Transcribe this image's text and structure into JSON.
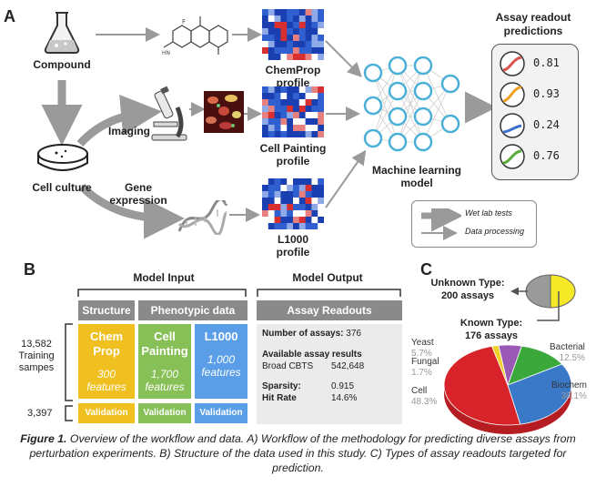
{
  "panelA": {
    "label": "A",
    "compound": "Compound",
    "cell_culture": "Cell culture",
    "imaging": "Imaging",
    "gene_expression_1": "Gene",
    "gene_expression_2": "expression",
    "chemprop_profile": "ChemProp profile",
    "cellpainting_profile_1": "Cell Painting",
    "cellpainting_profile_2": "profile",
    "l1000_profile_1": "L1000",
    "l1000_profile_2": "profile",
    "ml_model_1": "Machine learning",
    "ml_model_2": "model",
    "assay_title_1": "Assay readout",
    "assay_title_2": "predictions",
    "predictions": [
      {
        "value": "0.81",
        "color": "#d9534f"
      },
      {
        "value": "0.93",
        "color": "#f0a020"
      },
      {
        "value": "0.24",
        "color": "#3a6fd0"
      },
      {
        "value": "0.76",
        "color": "#5aaa3a"
      }
    ],
    "legend_wet": "Wet lab tests",
    "legend_data": "Data processing"
  },
  "panelB": {
    "label": "B",
    "model_input": "Model Input",
    "model_output": "Model Output",
    "structure": "Structure",
    "phenotypic": "Phenotypic data",
    "assay_readouts": "Assay Readouts",
    "training_1": "13,582",
    "training_2": "Training",
    "training_3": "sampes",
    "validation_count": "3,397",
    "cols": [
      {
        "name_1": "Chem",
        "name_2": "Prop",
        "count": "300",
        "unit": "features",
        "color": "#f0c020",
        "val_color": "#f0c020"
      },
      {
        "name_1": "Cell",
        "name_2": "Painting",
        "count": "1,700",
        "unit": "features",
        "color": "#88c058",
        "val_color": "#88c058"
      },
      {
        "name_1": "L1000",
        "name_2": "",
        "count": "1,000",
        "unit": "features",
        "color": "#5b9ee8",
        "val_color": "#5b9ee8"
      }
    ],
    "validation_label": "Validation",
    "output": {
      "n_assays_label": "Number of assays:",
      "n_assays": "376",
      "available_label": "Available assay results",
      "broad_label": "Broad CBTS",
      "broad_value": "542,648",
      "sparsity_label": "Sparsity:",
      "sparsity_value": "0.915",
      "hit_rate_label": "Hit Rate",
      "hit_rate_value": "14.6%"
    }
  },
  "panelC": {
    "label": "C",
    "unknown_1": "Unknown Type:",
    "unknown_2": "200 assays",
    "known_1": "Known Type:",
    "known_2": "176 assays",
    "slices": [
      {
        "name": "Cell",
        "pct": "48.3%",
        "value": 48.3,
        "color": "#d8232a"
      },
      {
        "name": "Biochem",
        "pct": "30.1%",
        "value": 30.1,
        "color": "#3a78c8"
      },
      {
        "name": "Bacterial",
        "pct": "12.5%",
        "value": 12.5,
        "color": "#3aa83a"
      },
      {
        "name": "Yeast",
        "pct": "5.7%",
        "value": 5.7,
        "color": "#9b59b6"
      },
      {
        "name": "Fungal",
        "pct": "1.7%",
        "value": 1.7,
        "color": "#f2d02a"
      }
    ]
  },
  "caption": {
    "bold": "Figure 1.",
    "text": " Overview of the workflow and data. A) Workflow of the methodology for predicting diverse assays from perturbation experiments. B) Structure of the data used in this study. C) Types of assay readouts targeted for prediction."
  }
}
